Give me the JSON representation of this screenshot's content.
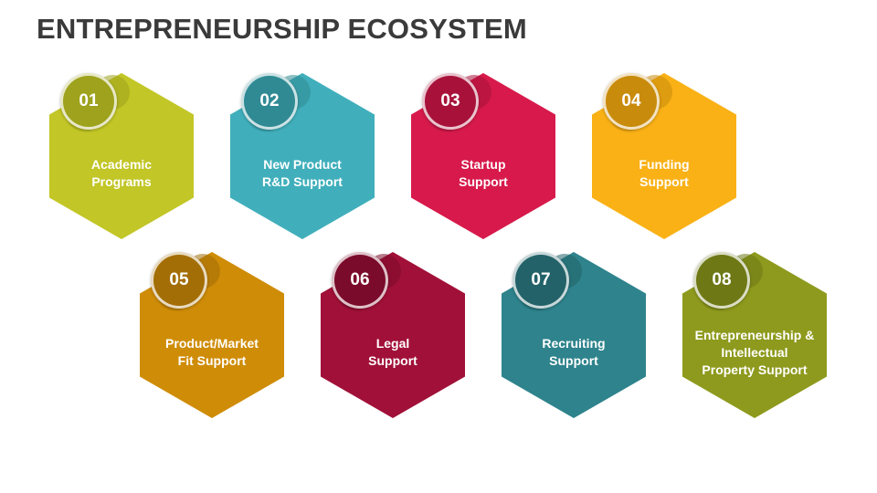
{
  "title": "ENTREPRENEURSHIP ECOSYSTEM",
  "items": [
    {
      "num": "01",
      "label": "Academic\nPrograms",
      "color": "#c2c626",
      "dark": "#9ea21c"
    },
    {
      "num": "02",
      "label": "New Product\nR&D Support",
      "color": "#40afbb",
      "dark": "#2f8a94"
    },
    {
      "num": "03",
      "label": "Startup\nSupport",
      "color": "#d71a4b",
      "dark": "#a8123a"
    },
    {
      "num": "04",
      "label": "Funding\nSupport",
      "color": "#f9b116",
      "dark": "#c98b0c"
    },
    {
      "num": "05",
      "label": "Product/Market\nFit Support",
      "color": "#cf8c07",
      "dark": "#a36e05"
    },
    {
      "num": "06",
      "label": "Legal\nSupport",
      "color": "#a11038",
      "dark": "#7b0b2a"
    },
    {
      "num": "07",
      "label": "Recruiting\nSupport",
      "color": "#2e838c",
      "dark": "#226268"
    },
    {
      "num": "08",
      "label": "Entrepreneurship &\nIntellectual\nProperty Support",
      "color": "#8e9a1d",
      "dark": "#6e7815"
    }
  ]
}
